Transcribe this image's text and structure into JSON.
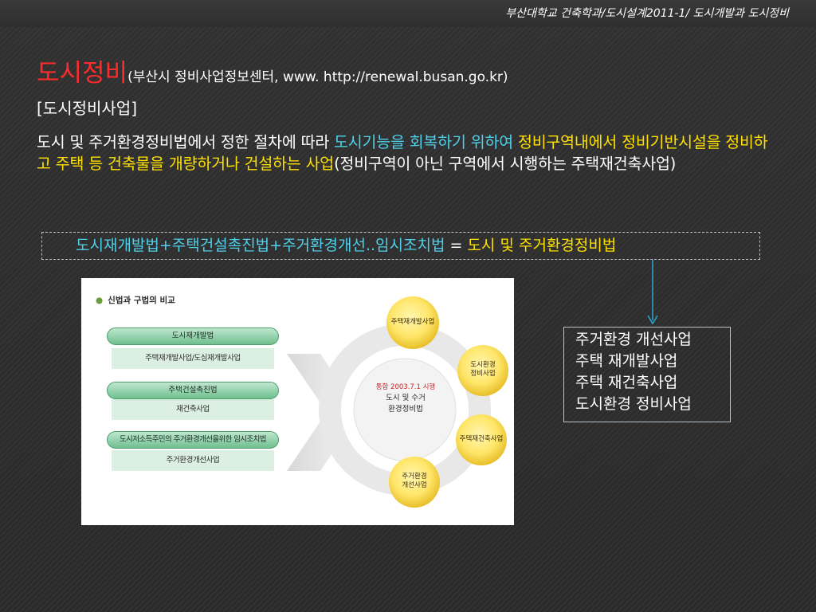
{
  "header": {
    "course": "부산대학교 건축학과/도시설계2011-1/ 도시개발과 도시정비"
  },
  "title": {
    "main": "도시정비",
    "sub": "(부산시 정비사업정보센터, www. http://renewal.busan.go.kr)"
  },
  "subtitle": "[도시정비사업]",
  "definition": {
    "part1": "도시 및 주거환경정비법에서 정한 절차에 따라 ",
    "part2_cyan": "도시기능을 회복하기 위하여",
    "part3": " ",
    "part4_yellow": "정비구역내에서 정비기반시설을 정비하고 주택 등 건축물을 개량하거나 건설하는 사업",
    "part5": "(정비구역이 아닌 구역에서 시행하는 주택재건축사업)"
  },
  "formula": {
    "left": "도시재개발법+주택건설촉진법+주거환경개선..임시조치법",
    "equals": " = ",
    "right": "도시 및 주거환경정비법"
  },
  "projects": [
    "주거환경 개선사업",
    "주택 재개발사업",
    "주택 재건축사업",
    "도시환경 정비사업"
  ],
  "figure": {
    "heading": "신법과 구법의 비교",
    "old_laws": [
      {
        "name": "도시재개발법",
        "sub": "주택재개발사업/도심재개발사업"
      },
      {
        "name": "주택건설촉진법",
        "sub": "재건축사업"
      },
      {
        "name": "도시저소득주민의 주거환경개선을위한 임시조치법",
        "sub": "주거환경개선사업"
      }
    ],
    "center": {
      "line1": "통합 2003.7.1 시행",
      "line2": "도시 및 수거",
      "line3": "환경정비법"
    },
    "circles": {
      "top": "주택재개발사업",
      "right_top_1": "도시환경",
      "right_top_2": "정비사업",
      "right_bottom": "주택재건축사업",
      "bottom_1": "주거환경",
      "bottom_2": "개선사업"
    }
  },
  "colors": {
    "background": "#2c2c2c",
    "title_red": "#ff2a2a",
    "cyan_text": "#4fd0ea",
    "yellow_text": "#ffe100",
    "arrow": "#2aa8d8"
  }
}
